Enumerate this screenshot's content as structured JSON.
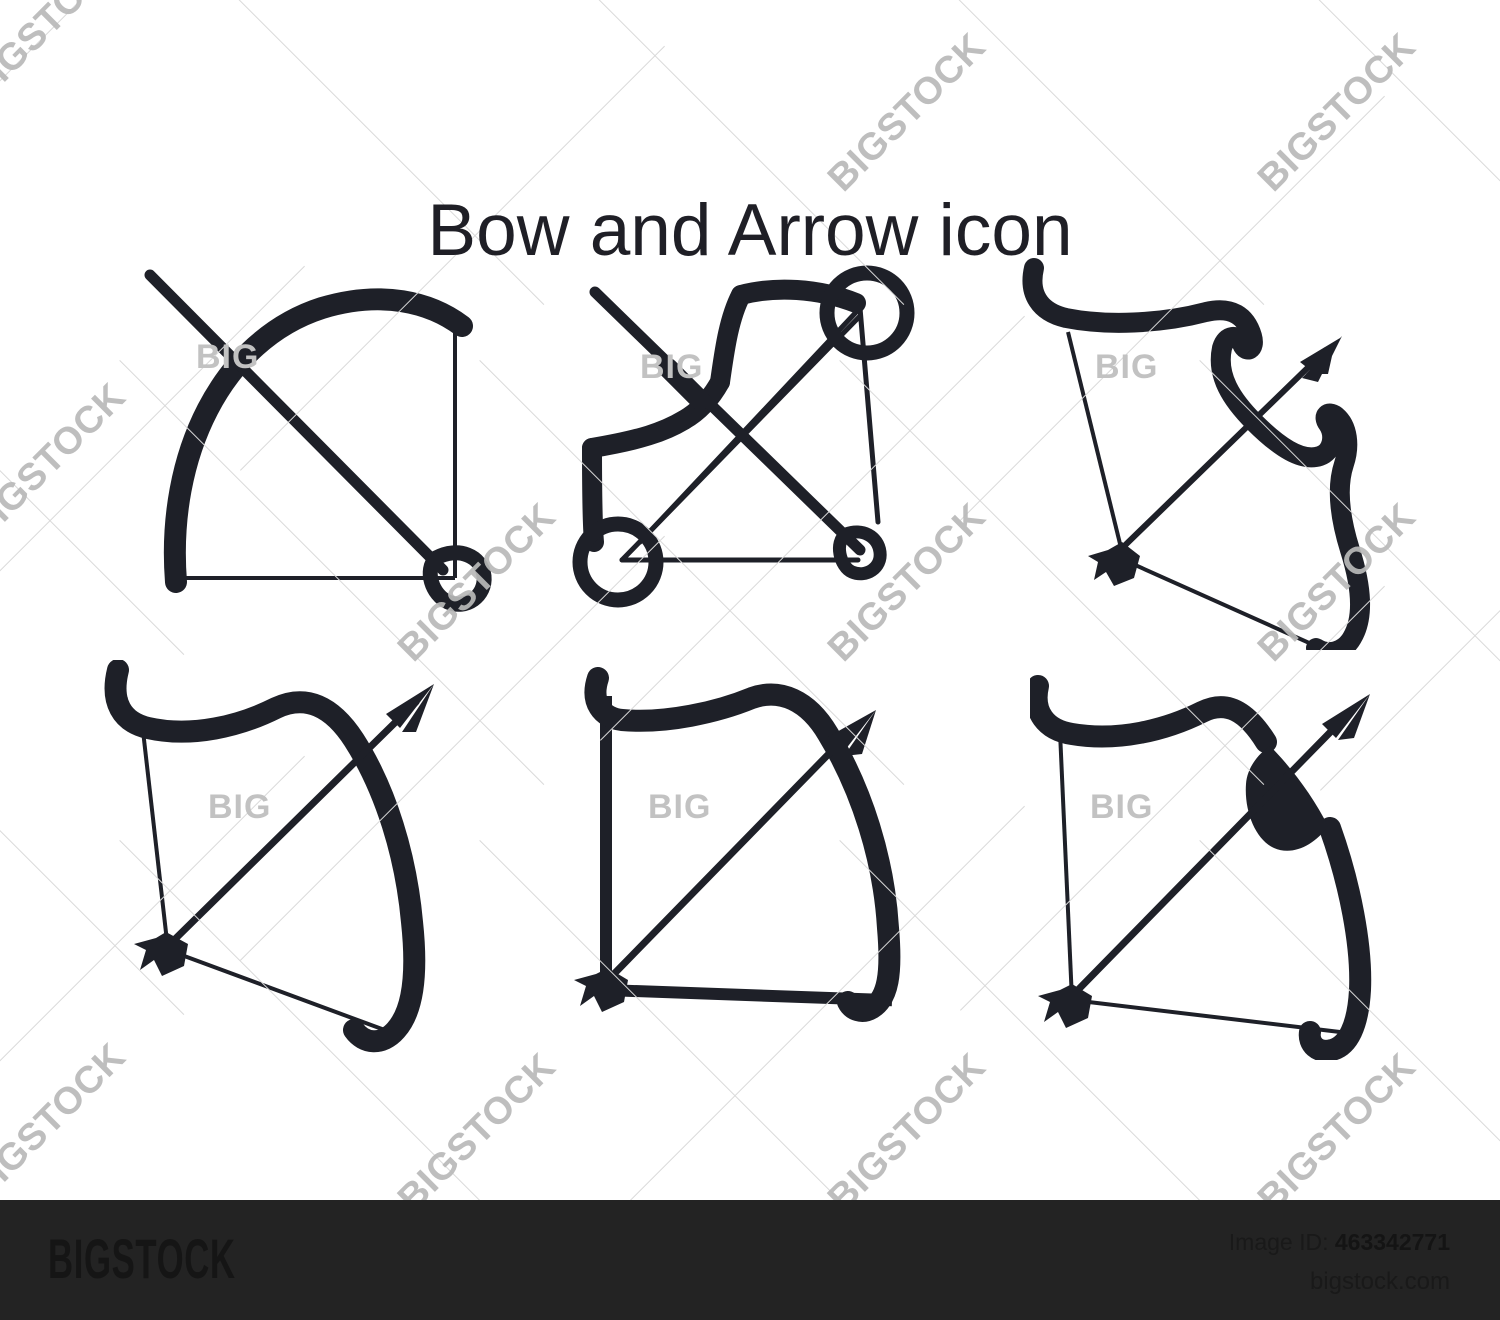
{
  "page": {
    "title": "Bow and Arrow icon",
    "background_color": "#ffffff",
    "ink_color": "#1e2028"
  },
  "watermark": {
    "brand_text": "BIGSTOCK",
    "small_text": "BIG",
    "color": "#b9b9b9",
    "line_color": "#d9d9d9"
  },
  "icons": [
    {
      "id": "bow-arrow-classic-arc",
      "label": "Classic arc bow with diagonal arrow and teardrop nock",
      "row": 1,
      "column": 1
    },
    {
      "id": "bow-arrow-compound-pulley",
      "label": "Compound bow with two pulley wheels and crossing strings",
      "row": 1,
      "column": 2
    },
    {
      "id": "bow-arrow-ornate-recurve",
      "label": "Ornate recurve bow with scrolled limbs and arrow",
      "row": 1,
      "column": 3
    },
    {
      "id": "bow-arrow-curved-hook-tips",
      "label": "Curved bow with hooked tips and drawn arrow",
      "row": 2,
      "column": 1
    },
    {
      "id": "bow-arrow-square-string",
      "label": "Bow with thick right angle bowstring and diagonal arrow",
      "row": 2,
      "column": 2
    },
    {
      "id": "bow-arrow-thick-grip",
      "label": "Bow with thick center grip and diagonal arrow",
      "row": 2,
      "column": 3
    }
  ],
  "footer": {
    "logo": "BIGSTOCK",
    "image_id_label": "Image ID:",
    "image_id_value": "463342771",
    "website": "bigstock.com",
    "background_color": "#232323"
  }
}
